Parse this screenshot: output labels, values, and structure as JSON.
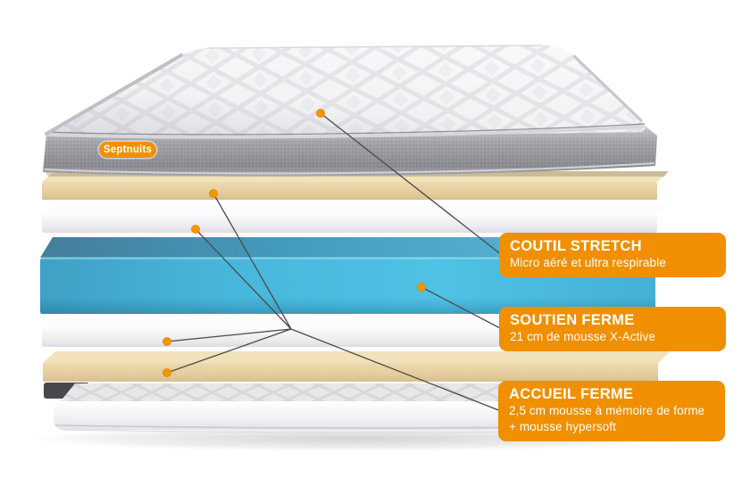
{
  "brand": {
    "logo_text": "Septnuits"
  },
  "callouts": [
    {
      "title": "COUTIL STRETCH",
      "lines": [
        "Micro aéré et ultra respirable"
      ]
    },
    {
      "title": "SOUTIEN FERME",
      "lines": [
        "21 cm de mousse X-Active"
      ]
    },
    {
      "title": "ACCUEIL FERME",
      "lines": [
        "2,5 cm mousse à mémoire de forme",
        "+ mousse hypersoft"
      ]
    }
  ],
  "colors": {
    "accent_orange": "#F08F00",
    "dot_orange": "#F79400",
    "connector_gray": "#4B4B4B",
    "blue_foam": "#47B8DC",
    "beige_foam": "#E8D3A6",
    "white_foam": "#F2F2F5",
    "band_gray": "#9A9AA1"
  }
}
